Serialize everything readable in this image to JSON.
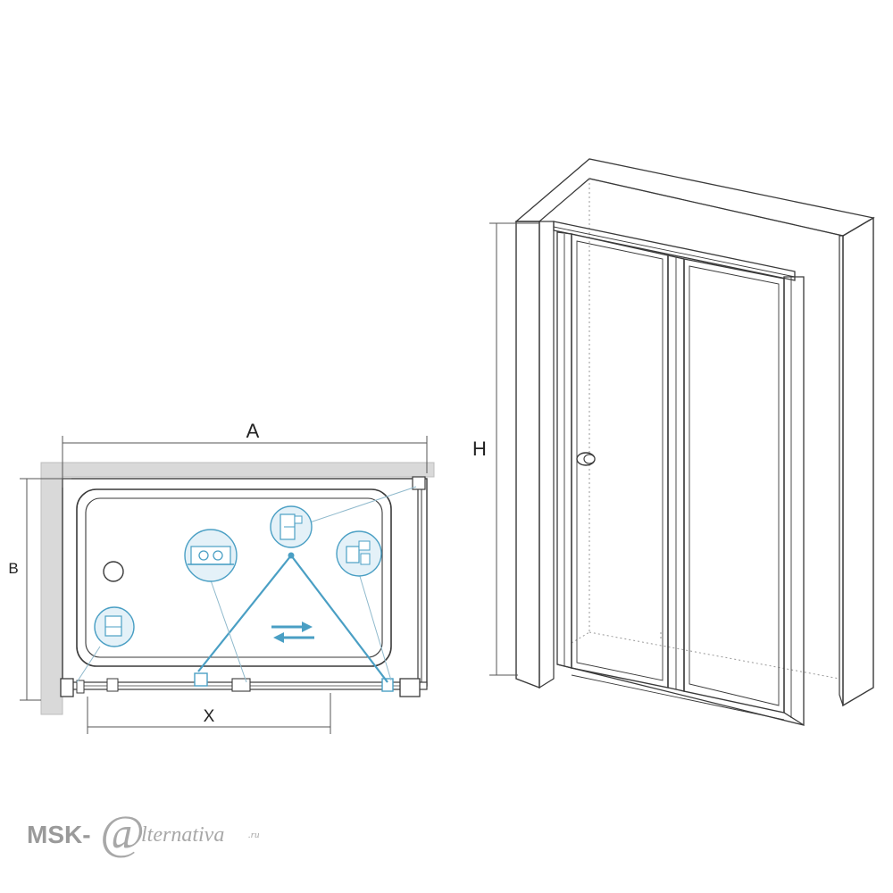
{
  "labels": {
    "width": "A",
    "depth": "B",
    "opening": "X",
    "height": "H"
  },
  "watermark": {
    "prefix": "MSK-",
    "at": "@",
    "suffix": "lternativa",
    "tld": ".ru"
  },
  "colors": {
    "line": "#3a3a3a",
    "wall": "#d9d9d9",
    "detail": "#4a9fc4",
    "detail_fill": "#e4f1f8",
    "dim": "#555555"
  },
  "icons": {
    "plan": [
      "drain-hole-icon",
      "corner-profile-detail-icon",
      "roller-detail-icon",
      "top-bracket-detail-icon",
      "side-bracket-detail-icon",
      "sliding-direction-arrows-icon"
    ],
    "elevation": [
      "door-handle-icon"
    ]
  }
}
